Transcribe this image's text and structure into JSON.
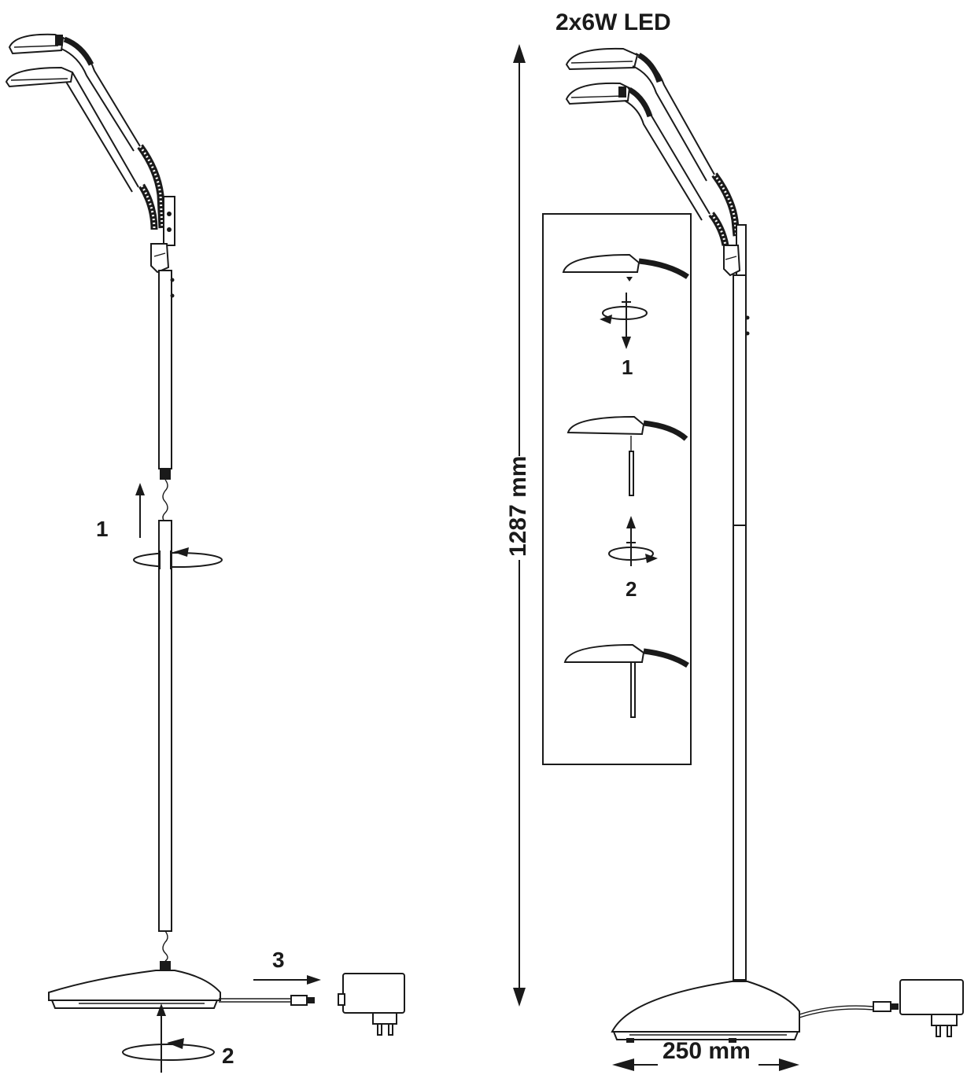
{
  "title": "2x6W LED",
  "dimensions": {
    "height": "1287 mm",
    "width": "250 mm"
  },
  "assembly_steps": {
    "step1": "1",
    "step2": "2",
    "step3": "3"
  },
  "inset_steps": {
    "step1": "1",
    "step2": "2"
  }
}
